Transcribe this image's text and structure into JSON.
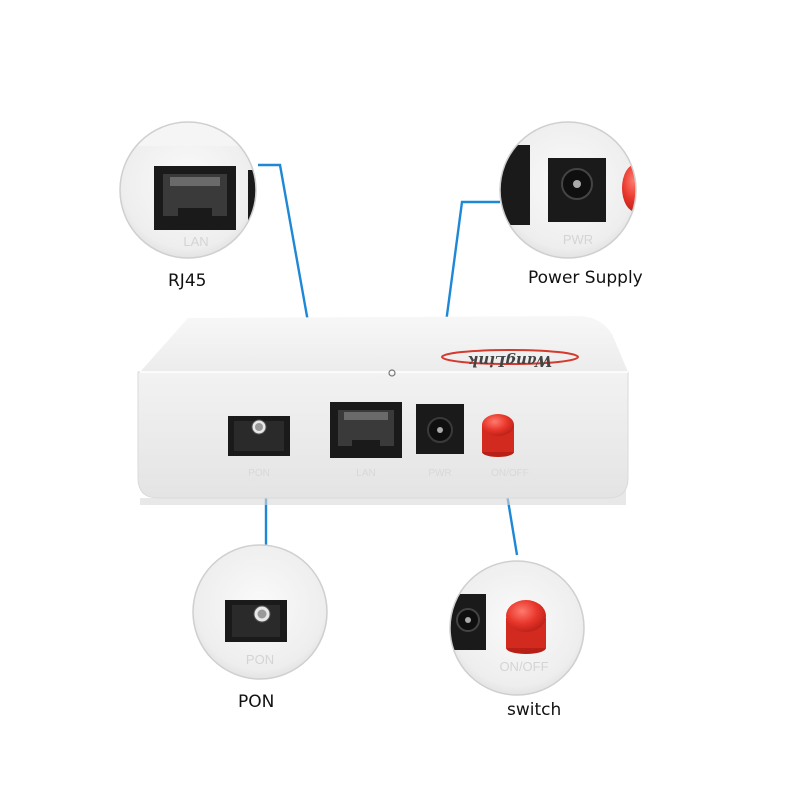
{
  "callouts": {
    "rj45": {
      "label": "RJ45",
      "port_text": "LAN"
    },
    "power": {
      "label": "Power Supply",
      "port_text": "PWR"
    },
    "pon": {
      "label": "PON",
      "port_text": "PON"
    },
    "switch": {
      "label": "switch",
      "port_text": "ON/OFF"
    }
  },
  "device": {
    "brand": "WangLink",
    "port_labels": {
      "pon": "PON",
      "lan": "LAN",
      "pwr": "PWR",
      "onoff": "ON/OFF"
    }
  },
  "colors": {
    "leader_line": "#1e88d6",
    "button_red": "#e8362b",
    "device_body": "#f3f3f3",
    "port_black": "#1a1a1a"
  }
}
